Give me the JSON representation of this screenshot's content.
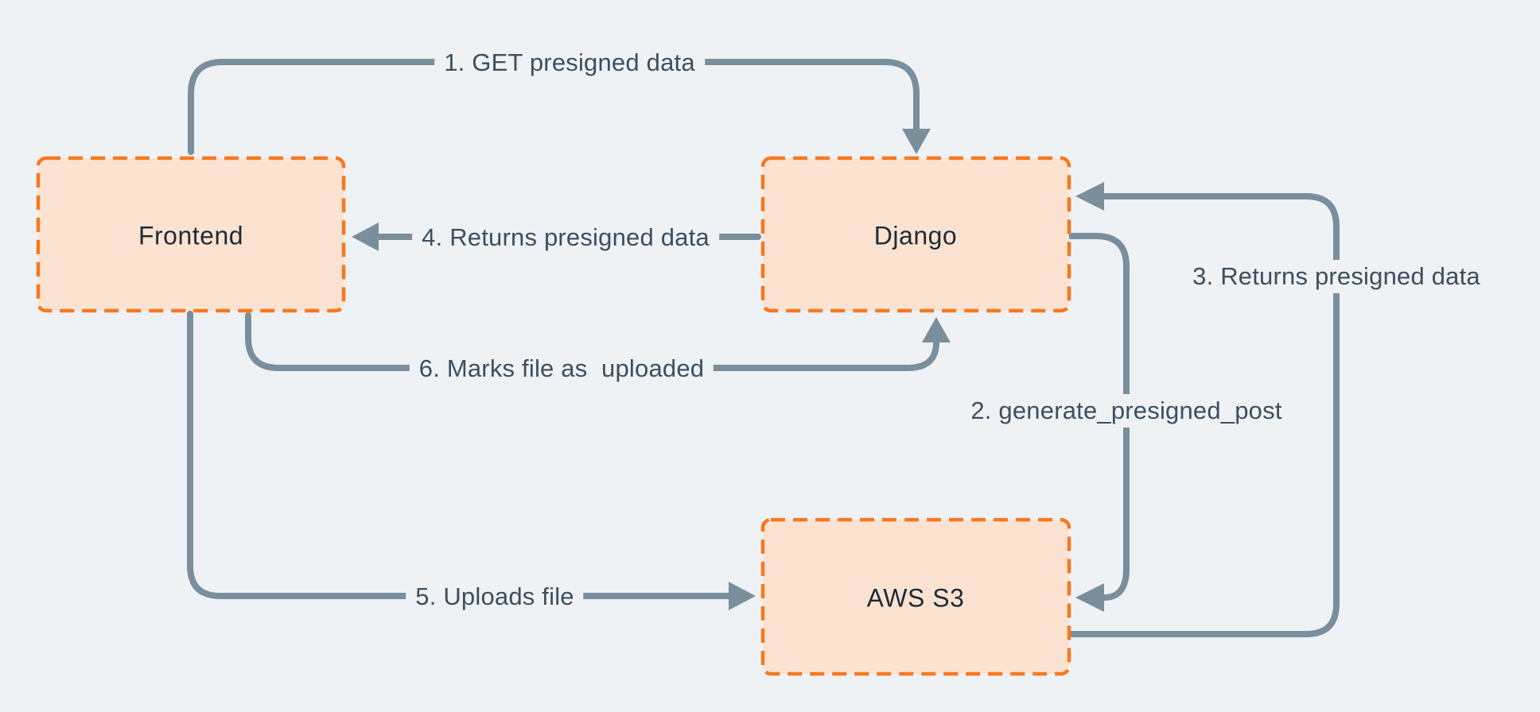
{
  "page": {
    "background_color": "#eef2f5"
  },
  "diagram": {
    "type": "flow-diagram",
    "colors": {
      "connector": "#7b8e9b",
      "edge_label_text": "#3c4f5f",
      "node_label_text": "#1d2b38",
      "node_fill": "#fce3d1",
      "node_border": "#f8781f"
    },
    "nodes": [
      {
        "id": "frontend",
        "label": "Frontend"
      },
      {
        "id": "django",
        "label": "Django"
      },
      {
        "id": "aws-s3",
        "label": "AWS S3"
      }
    ],
    "edges": [
      {
        "step": "1",
        "label": "1. GET presigned data",
        "from": "frontend",
        "to": "django"
      },
      {
        "step": "2",
        "label": "2. generate_presigned_post",
        "from": "django",
        "to": "aws-s3"
      },
      {
        "step": "3",
        "label": "3. Returns presigned data",
        "from": "aws-s3",
        "to": "django"
      },
      {
        "step": "4",
        "label": "4. Returns presigned data",
        "from": "django",
        "to": "frontend"
      },
      {
        "step": "5",
        "label": "5. Uploads file",
        "from": "frontend",
        "to": "aws-s3"
      },
      {
        "step": "6",
        "label": "6. Marks file as  uploaded",
        "from": "frontend",
        "to": "django"
      }
    ]
  }
}
